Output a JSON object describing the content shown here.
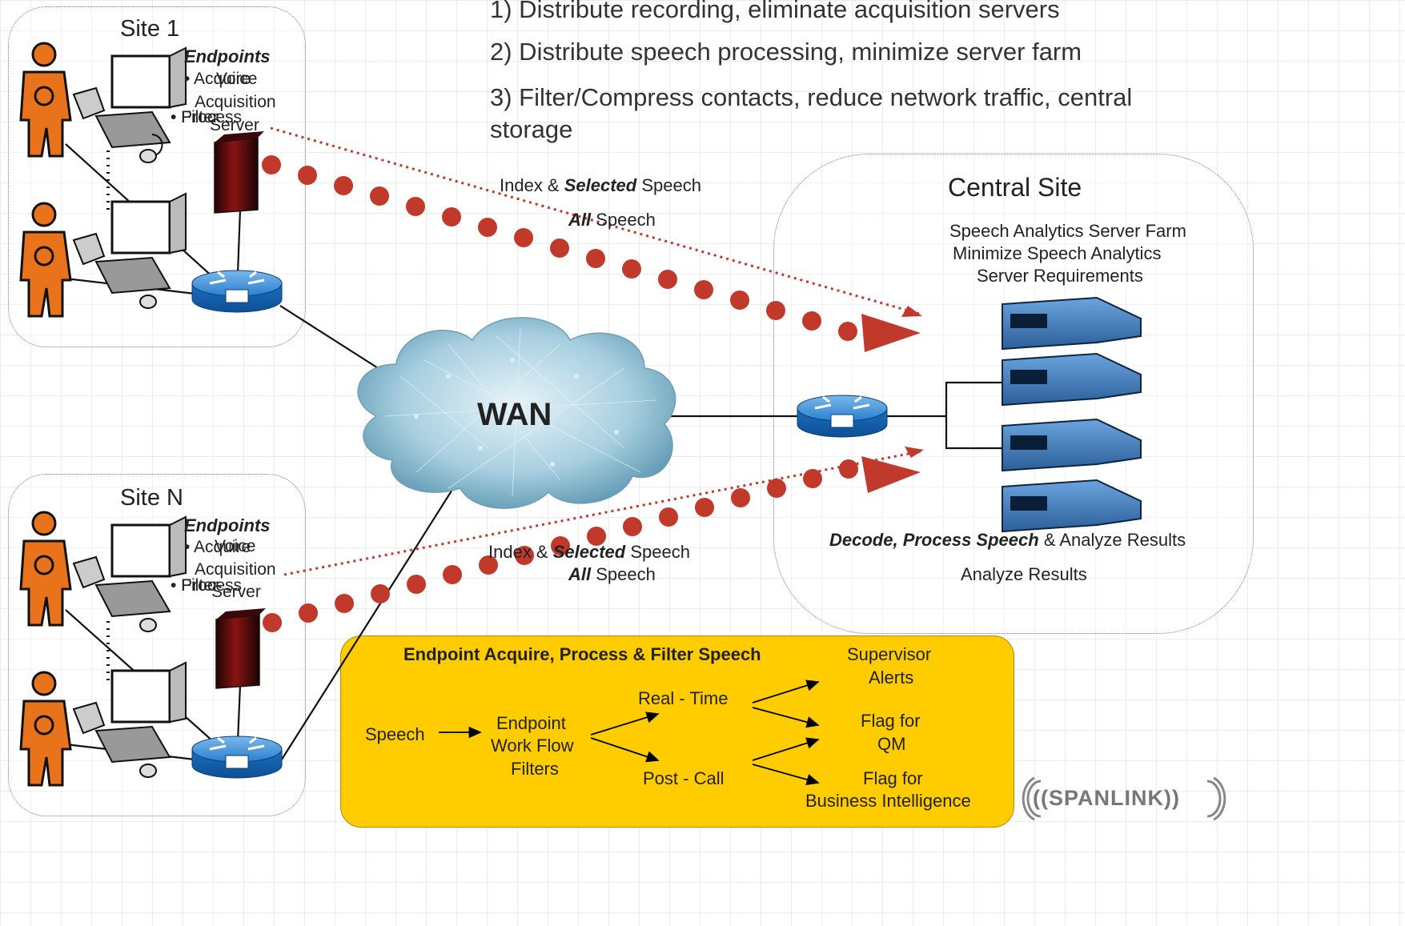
{
  "steps": [
    "1) Distribute recording, eliminate acquisition servers",
    "2) Distribute speech processing, minimize server farm",
    "3) Filter/Compress contacts, reduce network traffic, central",
    "storage"
  ],
  "site1": {
    "title": "Site 1",
    "endpoints_heading": "Endpoints",
    "bullet1": "• Acquire",
    "bullet2": "• Process",
    "bullet3": "• Filter",
    "server_line1": "Voice",
    "server_line2": "Acquisition",
    "server_line3": "Server"
  },
  "siteN": {
    "title": "Site N",
    "endpoints_heading": "Endpoints",
    "bullet1": "• Acquire",
    "bullet2": "• Process",
    "bullet3": "• Filter",
    "server_line1": "Voice",
    "server_line2": "Acquisition",
    "server_line3": "Server"
  },
  "flows": {
    "upper_index_prefix": "Index &",
    "upper_index_bold": "Selected",
    "upper_index_suffix": "Speech",
    "upper_all_bold": "All",
    "upper_all_suffix": "Speech",
    "lower_index_prefix": "Index &",
    "lower_index_bold": "Selected",
    "lower_index_suffix": "Speech",
    "lower_all_bold": "All",
    "lower_all_suffix": "Speech"
  },
  "wan": {
    "label": "WAN"
  },
  "central": {
    "title": "Central Site",
    "farm_line1": "Speech Analytics Server Farm",
    "farm_line2": "Minimize Speech Analytics",
    "farm_line3": "Server Requirements",
    "decode_bold": "Decode, Process Speech",
    "decode_suffix": "& Analyze Results",
    "analyze": "Analyze Results"
  },
  "workflow": {
    "title": "Endpoint Acquire, Process & Filter Speech",
    "speech": "Speech",
    "endpoint_line1": "Endpoint",
    "endpoint_line2": "Work Flow",
    "endpoint_line3": "Filters",
    "realtime": "Real - Time",
    "postcall": "Post - Call",
    "alerts_line1": "Supervisor",
    "alerts_line2": "Alerts",
    "qm_line1": "Flag for",
    "qm_line2": "QM",
    "bi_line1": "Flag for",
    "bi_line2": "Business Intelligence"
  },
  "logo": {
    "text": "((SPANLINK))"
  },
  "colors": {
    "person": "#e8731a",
    "dots": "#cc3322",
    "router": "#1a73c8",
    "server_blue": "#3b7fc4",
    "server_red": "#7a1010",
    "workflow_bg": "#ffcc00",
    "cloud": "#a8cfe0"
  }
}
